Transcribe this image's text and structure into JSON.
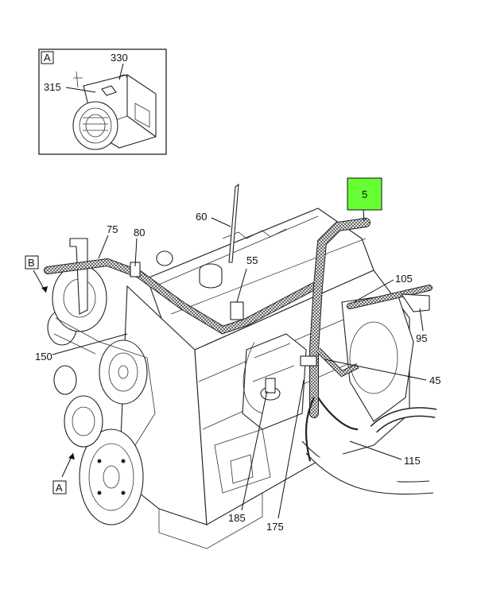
{
  "inset": {
    "label": "A",
    "callouts": [
      "330",
      "315"
    ]
  },
  "highlight": {
    "label": "5",
    "color": "#66ff33"
  },
  "callouts": {
    "c60": "60",
    "c75": "75",
    "c80": "80",
    "c55": "55",
    "c105": "105",
    "c95": "95",
    "c150": "150",
    "c45": "45",
    "c115": "115",
    "c185": "185",
    "c175": "175"
  },
  "view_markers": {
    "b": "B",
    "a": "A"
  }
}
